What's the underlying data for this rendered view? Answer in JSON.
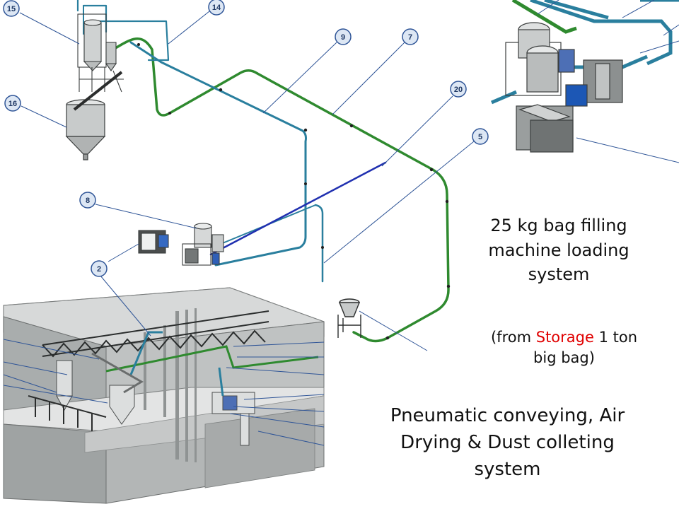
{
  "callouts": [
    "15",
    "14",
    "16",
    "9",
    "7",
    "20",
    "5",
    "8",
    "2"
  ],
  "title_lines": [
    "25 kg bag filling",
    "machine loading",
    "system"
  ],
  "subtitle": {
    "open": "(from ",
    "highlight": "Storage",
    "rest_line1": " 1 ton",
    "line2": "big bag)"
  },
  "main_lines": [
    "Pneumatic conveying, Air",
    "Drying & Dust colleting",
    "system"
  ],
  "colors": {
    "pipe_green": "#2f8a2f",
    "pipe_teal": "#2a7f9e",
    "pipe_blue": "#2030b0",
    "callout_stroke": "#2f5597",
    "callout_fill": "#dde7f4",
    "leader": "#2f5597",
    "accent_red": "#e00000",
    "building_grey": "#b9bcbc"
  }
}
